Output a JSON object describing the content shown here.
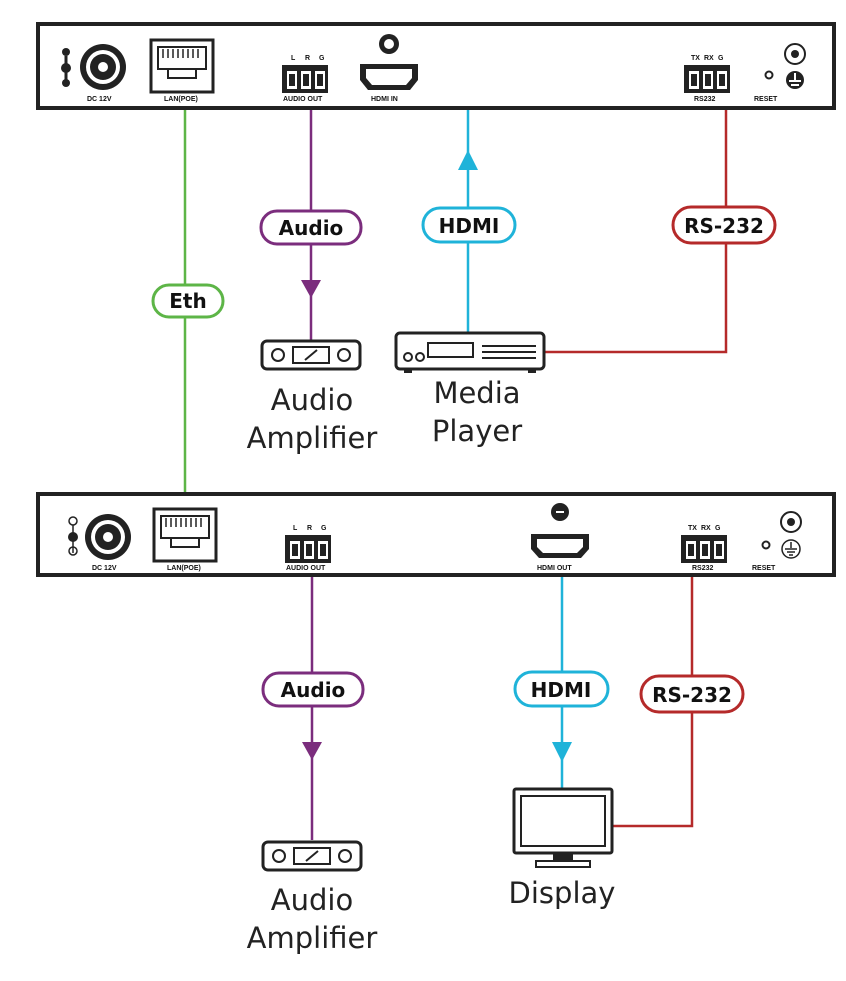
{
  "transmitter": {
    "dc_label": "DC 12V",
    "lan_label": "LAN(POE)",
    "audio_channels": [
      "L",
      "R",
      "G"
    ],
    "audio_out_label": "AUDIO OUT",
    "hdmi_in_label": "HDMI IN",
    "rs232_channels": [
      "TX",
      "RX",
      "G"
    ],
    "rs232_label": "RS232",
    "reset_label": "RESET"
  },
  "receiver": {
    "dc_label": "DC 12V",
    "lan_label": "LAN(POE)",
    "audio_channels": [
      "L",
      "R",
      "G"
    ],
    "audio_out_label": "AUDIO OUT",
    "hdmi_out_label": "HDMI OUT",
    "rs232_channels": [
      "TX",
      "RX",
      "G"
    ],
    "rs232_label": "RS232",
    "reset_label": "RESET"
  },
  "cables": {
    "eth": "Eth",
    "audio_top": "Audio",
    "hdmi_top": "HDMI",
    "rs232_top": "RS-232",
    "audio_bottom": "Audio",
    "hdmi_bottom": "HDMI",
    "rs232_bottom": "RS-232"
  },
  "devices": {
    "amp_top_line1": "Audio",
    "amp_top_line2": "Amplifier",
    "player_line1": "Media",
    "player_line2": "Player",
    "amp_bottom_line1": "Audio",
    "amp_bottom_line2": "Amplifier",
    "display": "Display"
  },
  "colors": {
    "eth": "#5db547",
    "audio": "#7b2d7d",
    "hdmi": "#1fb3d9",
    "rs232": "#b52a2a",
    "panel": "#222222"
  }
}
